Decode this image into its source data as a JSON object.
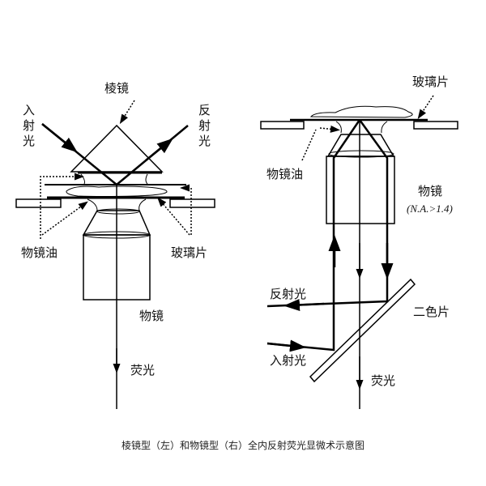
{
  "left": {
    "prism_label": "棱镜",
    "incident_label": [
      "入",
      "射",
      "光"
    ],
    "reflected_label": [
      "反",
      "射",
      "光"
    ],
    "oil_label": "物镜油",
    "slide_label": "玻璃片",
    "objective_label": "物镜",
    "fluorescence_label": "荧光"
  },
  "right": {
    "slide_label": "玻璃片",
    "oil_label": "物镜油",
    "objective_label": "物镜",
    "na_label": "(N.A.>1.4)",
    "reflected_label": "反射光",
    "dichroic_label": "二色片",
    "incident_label": "入射光",
    "fluorescence_label": "荧光"
  },
  "caption": "棱镜型（左）和物镜型（右）全内反射荧光显微术示意图"
}
